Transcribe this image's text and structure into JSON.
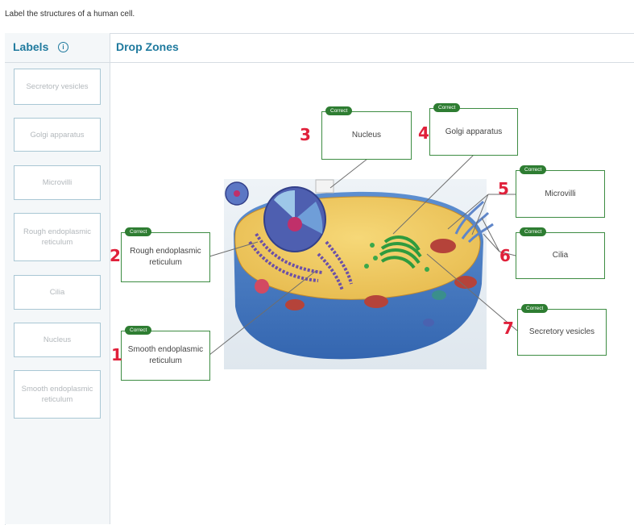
{
  "instruction": "Label the structures of a human cell.",
  "headers": {
    "labels": "Labels",
    "drop_zones": "Drop Zones"
  },
  "labels": [
    "Secretory vesicles",
    "Golgi apparatus",
    "Microvilli",
    "Rough endoplasmic reticulum",
    "Cilia",
    "Nucleus",
    "Smooth endoplasmic reticulum"
  ],
  "drops": {
    "nucleus": {
      "label": "Nucleus",
      "badge": "Correct",
      "number": "3"
    },
    "golgi": {
      "label": "Golgi apparatus",
      "badge": "Correct",
      "number": "4"
    },
    "microvilli": {
      "label": "Microvilli",
      "badge": "Correct",
      "number": "5"
    },
    "cilia": {
      "label": "Cilia",
      "badge": "Correct",
      "number": "6"
    },
    "secretory": {
      "label": "Secretory vesicles",
      "badge": "Correct",
      "number": "7"
    },
    "rough_er": {
      "label": "Rough endoplasmic reticulum",
      "badge": "Correct",
      "number": "2"
    },
    "smooth_er": {
      "label": "Smooth endoplasmic reticulum",
      "badge": "Correct",
      "number": "1"
    }
  },
  "colors": {
    "accent": "#1f7a9e",
    "correct": "#2e7d32",
    "annotation": "#e0203a"
  }
}
